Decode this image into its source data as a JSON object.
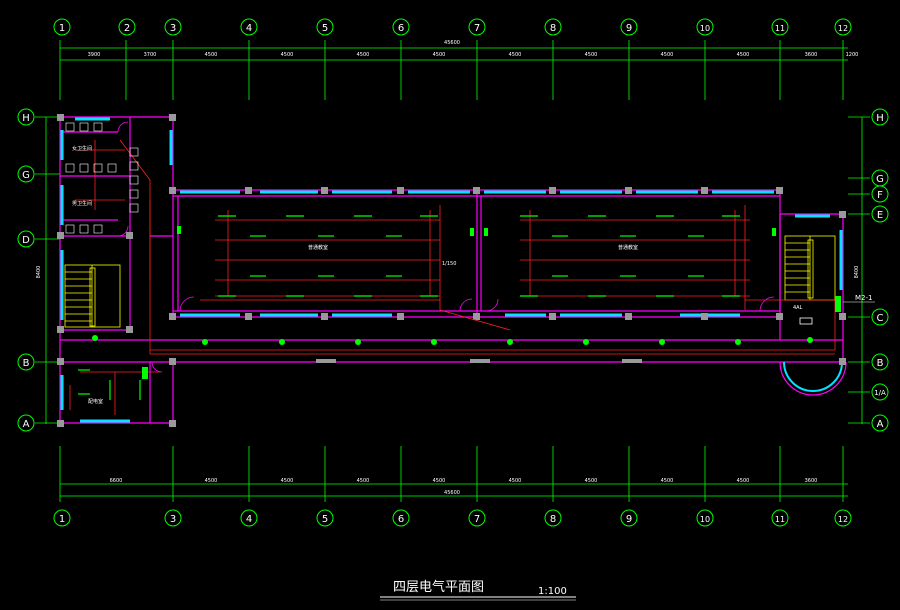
{
  "drawing": {
    "title": "四层电气平面图",
    "scale": "1:100"
  },
  "grid_columns_top": [
    "1",
    "2",
    "3",
    "4",
    "5",
    "6",
    "7",
    "8",
    "9",
    "10",
    "11",
    "12"
  ],
  "grid_columns_bottom": [
    "1",
    "3",
    "4",
    "5",
    "6",
    "7",
    "8",
    "9",
    "10",
    "11",
    "12"
  ],
  "grid_rows_left": [
    "H",
    "G",
    "D",
    "B",
    "A"
  ],
  "grid_rows_right": [
    "H",
    "G",
    "F",
    "E",
    "C",
    "B",
    "1/A",
    "A"
  ],
  "dimensions": {
    "top_segments": [
      "3900",
      "3700",
      "4500",
      "4500",
      "4500",
      "4500",
      "4500",
      "4500",
      "4500",
      "4500",
      "3600"
    ],
    "top_total": "45600",
    "bottom_segments": [
      "6600",
      "4500",
      "4500",
      "4500",
      "4500",
      "4500",
      "4500",
      "4500",
      "4500",
      "3600"
    ],
    "bottom_total": "45600",
    "left_total": "8400",
    "right_total": "8400",
    "top_right_end": "1200"
  },
  "room_labels": {
    "women_wc": "女卫生间",
    "men_wc": "男卫生间",
    "classroom_a": "普通教室",
    "classroom_b": "普通教室",
    "electric_room": "配电室",
    "corridor_note": "1/150",
    "dist_box": "M2-1",
    "panel_code": "4AL"
  },
  "colors": {
    "axis": "#00ff00",
    "wall": "#ff00ff",
    "window": "#00e5ff",
    "wiring": "#ff2020",
    "column": "#9a9a9a",
    "text": "#ffffff",
    "stair": "#ffff00"
  }
}
